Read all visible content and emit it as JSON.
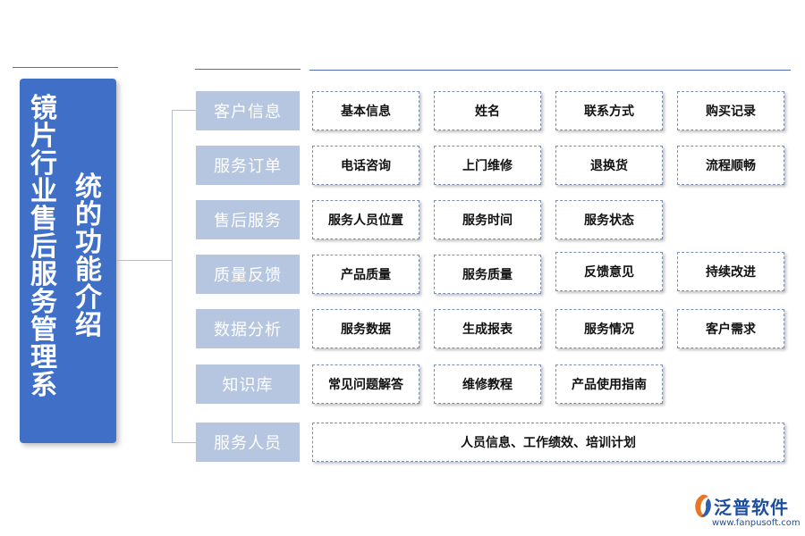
{
  "title": {
    "col1": "镜片行业售后服务管理系",
    "col2": "统的功能介绍"
  },
  "categories": [
    {
      "label": "客户信息",
      "items": [
        "基本信息",
        "姓名",
        "联系方式",
        "购买记录"
      ]
    },
    {
      "label": "服务订单",
      "items": [
        "电话咨询",
        "上门维修",
        "退换货",
        "流程顺畅"
      ]
    },
    {
      "label": "售后服务",
      "items": [
        "服务人员位置",
        "服务时间",
        "服务状态"
      ]
    },
    {
      "label": "质量反馈",
      "items": [
        "产品质量",
        "服务质量",
        "反馈意见",
        "持续改进"
      ]
    },
    {
      "label": "数据分析",
      "items": [
        "服务数据",
        "生成报表",
        "服务情况",
        "客户需求"
      ]
    },
    {
      "label": "知识库",
      "items": [
        "常见问题解答",
        "维修教程",
        "产品使用指南"
      ]
    },
    {
      "label": "服务人员",
      "items": [
        "人员信息、工作绩效、培训计划"
      ]
    }
  ],
  "logo": {
    "name": "泛普软件",
    "url": "www.fanpusoft.com",
    "icon": "fanpu-logo-icon"
  },
  "colors": {
    "title_bg": "#3f6fc6",
    "category_bg": "#b6c6e0",
    "line": "#4f6fa8",
    "item_border": "#7c8fb3"
  }
}
